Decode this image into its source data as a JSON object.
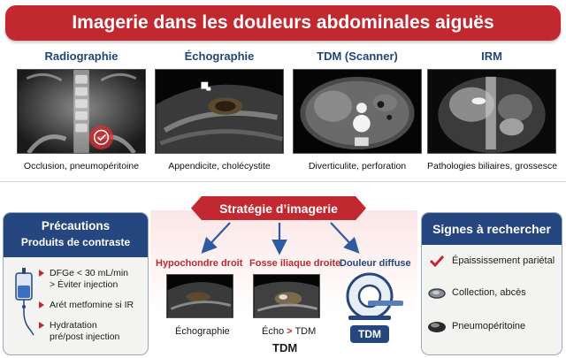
{
  "title": "Imagerie dans les douleurs abdominales aiguës",
  "modalities": [
    {
      "title": "Radiographie",
      "caption": "Occlusion, pneumopéritoine"
    },
    {
      "title": "Échographie",
      "caption": "Appendicite, cholécystite"
    },
    {
      "title": "TDM (Scanner)",
      "caption": "Diverticulite, perforation"
    },
    {
      "title": "IRM",
      "caption": "Pathologies biliaires, grossesce"
    }
  ],
  "precautions": {
    "title": "Précautions",
    "subtitle": "Produits de contraste",
    "items": [
      {
        "line1": "DFGe < 30 mL/min",
        "line2": "> Éviter injection"
      },
      {
        "line1": "Arét metfomine si IR",
        "line2": ""
      },
      {
        "line1": "Hydratation",
        "line2": "pré/post injection"
      }
    ]
  },
  "strategy": {
    "title": "Stratégie d’imagerie",
    "zones": [
      {
        "label": "Hypochondre droit",
        "caption": "Échographie",
        "color": "#c1282f"
      },
      {
        "label": "Fosse iliaque droite",
        "caption_a": "Écho",
        "caption_arrow": ">",
        "caption_b": "TDM",
        "color": "#c1282f"
      },
      {
        "label": "Douleur diffuse",
        "color": "#25467e"
      }
    ],
    "tdm_badge": "TDM",
    "tdm_bottom": "TDM"
  },
  "signes": {
    "title": "Signes à rechercher",
    "items": [
      {
        "label": "Épaississement pariétal",
        "icon": "check-icon"
      },
      {
        "label": "Collection, abcès",
        "icon": "collection-icon"
      },
      {
        "label": "Pneumopéritoine",
        "icon": "air-icon"
      }
    ]
  },
  "colors": {
    "red": "#c1282f",
    "navy": "#25467e",
    "heading_blue": "#23457e"
  }
}
